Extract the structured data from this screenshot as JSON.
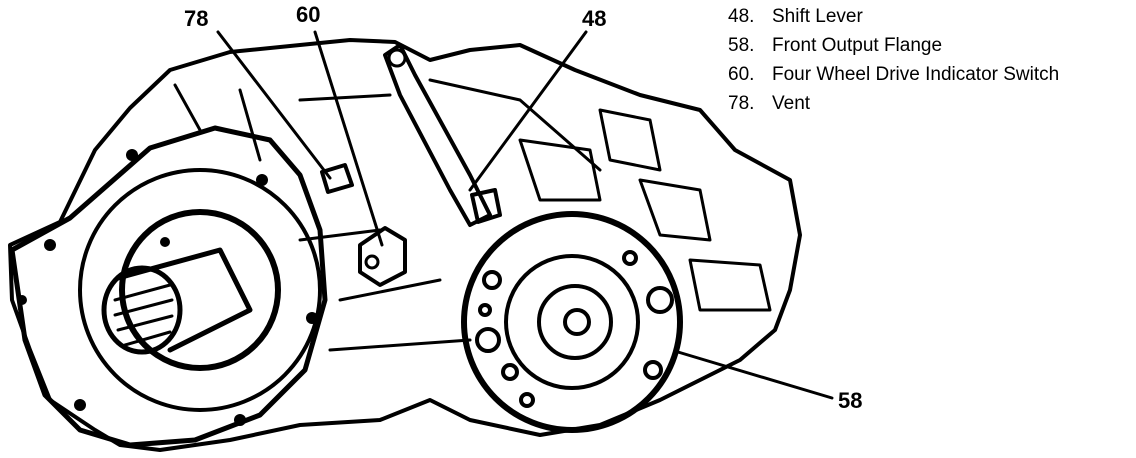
{
  "callouts": [
    {
      "id": "78",
      "label": "78"
    },
    {
      "id": "60",
      "label": "60"
    },
    {
      "id": "48",
      "label": "48"
    },
    {
      "id": "58",
      "label": "58"
    }
  ],
  "legend": [
    {
      "number": "48.",
      "text": "Shift Lever"
    },
    {
      "number": "58.",
      "text": "Front Output Flange"
    },
    {
      "number": "60.",
      "text": "Four Wheel Drive Indicator Switch"
    },
    {
      "number": "78.",
      "text": "Vent"
    }
  ],
  "colors": {
    "line": "#000000",
    "background": "#ffffff"
  }
}
